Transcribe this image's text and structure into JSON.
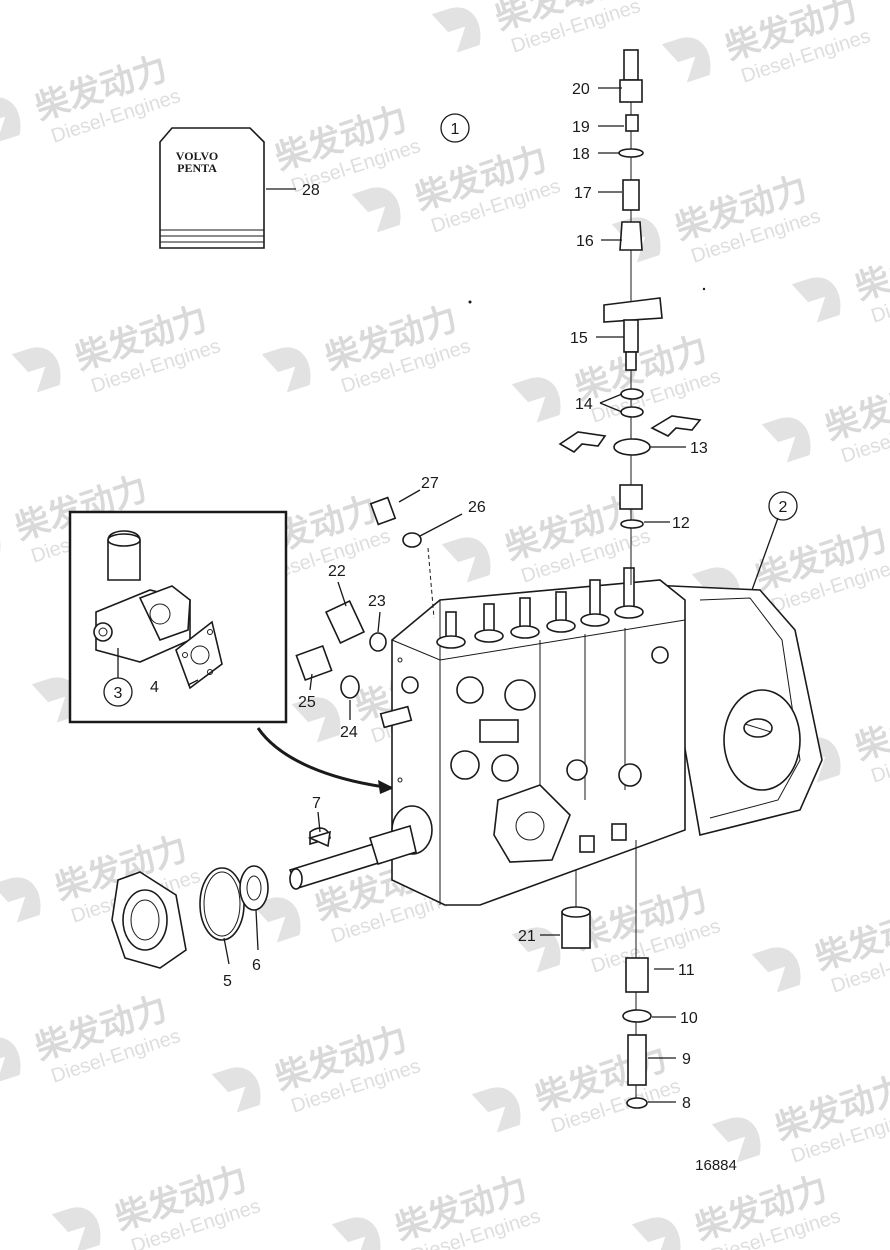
{
  "drawing_number": "16884",
  "watermark": {
    "cn": "柴发动力",
    "en": "Diesel-Engines"
  },
  "manual": {
    "line1": "VOLVO",
    "line2": "PENTA"
  },
  "callouts": [
    {
      "id": "c1",
      "text": "1",
      "circled": true
    },
    {
      "id": "c2",
      "text": "2",
      "circled": true
    },
    {
      "id": "c3",
      "text": "3",
      "circled": true
    },
    {
      "id": "c4",
      "text": "4"
    },
    {
      "id": "c5",
      "text": "5"
    },
    {
      "id": "c6",
      "text": "6"
    },
    {
      "id": "c7",
      "text": "7"
    },
    {
      "id": "c8",
      "text": "8"
    },
    {
      "id": "c9",
      "text": "9"
    },
    {
      "id": "c10",
      "text": "10"
    },
    {
      "id": "c11",
      "text": "11"
    },
    {
      "id": "c12",
      "text": "12"
    },
    {
      "id": "c13",
      "text": "13"
    },
    {
      "id": "c14",
      "text": "14"
    },
    {
      "id": "c15",
      "text": "15"
    },
    {
      "id": "c16",
      "text": "16"
    },
    {
      "id": "c17",
      "text": "17"
    },
    {
      "id": "c18",
      "text": "18"
    },
    {
      "id": "c19",
      "text": "19"
    },
    {
      "id": "c20",
      "text": "20"
    },
    {
      "id": "c21",
      "text": "21"
    },
    {
      "id": "c22",
      "text": "22"
    },
    {
      "id": "c23",
      "text": "23"
    },
    {
      "id": "c24",
      "text": "24"
    },
    {
      "id": "c25",
      "text": "25"
    },
    {
      "id": "c26",
      "text": "26"
    },
    {
      "id": "c27",
      "text": "27"
    },
    {
      "id": "c28",
      "text": "28"
    }
  ]
}
